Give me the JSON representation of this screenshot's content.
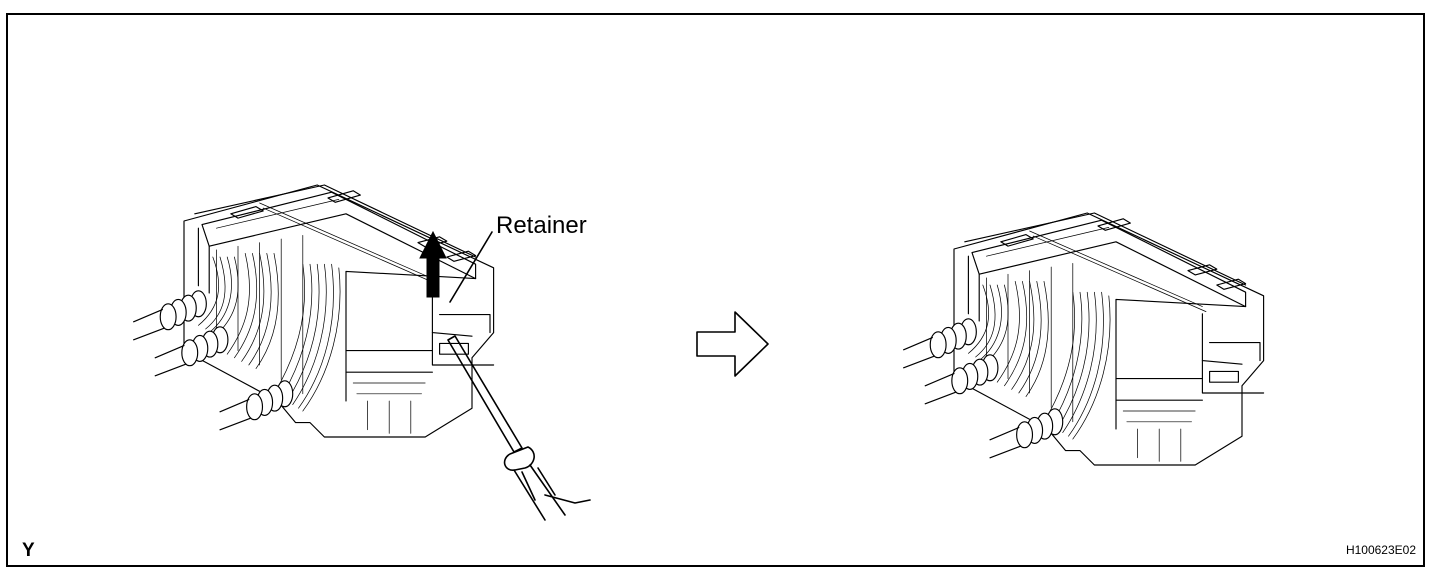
{
  "callouts": {
    "retainer": "Retainer"
  },
  "corner_mark": "Y",
  "figure_id": "H100623E02",
  "colors": {
    "ink": "#000000",
    "paper": "#ffffff"
  }
}
